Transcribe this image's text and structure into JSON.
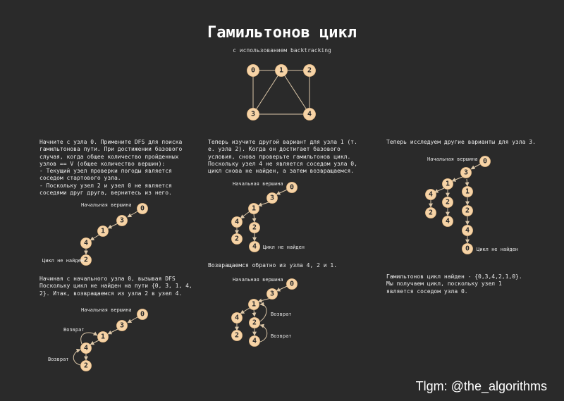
{
  "title": "Гамильтонов цикл",
  "subtitle": "с использованием backtracking",
  "text1": "Начните с узла 0. Примените DFS для поиска\nгамильтонова пути. При достижении базового\nслучая, когда общее количество пройденных\nузлов == V (общее количество вершин):\n- Текущий узел проверки погоды является\nсоседом стартового узла.\n- Поскольку узел 2 и узел 0 не является\nсоседями друг друга, вернитесь из него.",
  "text2": "Начиная с начального узла 0, вызывая DFS\nПоскольку цикл не найден на пути {0, 3, 1, 4,\n2}. Итак, возвращаемся из узла 2 в узел 4.",
  "text3": "Теперь изучите другой вариант для узла 1 (т.\nе. узла 2). Когда он достигает базового\nусловия, снова проверьте гамильтонов цикл.\nПоскольку узел 4 не является соседом узла 0,\nцикл снова не найден, а затем возвращаемся.",
  "text4": "Возвращаемся обратно из узла 4, 2 и 1.",
  "text5": "Теперь исследуем другие варианты для узла 3.",
  "text6": "Гамильтонов цикл найден - {0,3,4,2,1,0}.\nМы получаем цикл, поскольку узел 1\nявляется соседом узла 0.",
  "labels": {
    "start": "Начальная вершина",
    "not_found": "Цикл не найден",
    "back": "Возврат"
  },
  "graph": {
    "nodes": [
      "0",
      "1",
      "2",
      "3",
      "4"
    ],
    "edges": [
      [
        "0",
        "1"
      ],
      [
        "1",
        "2"
      ],
      [
        "1",
        "3"
      ],
      [
        "1",
        "4"
      ],
      [
        "2",
        "4"
      ],
      [
        "3",
        "4"
      ],
      [
        "0",
        "3"
      ]
    ]
  },
  "footer": "Tlgm: @the_algorithms",
  "colors": {
    "background": "#2a2a2a",
    "node": "#f6d3a6",
    "edge": "#dcc7a8",
    "text": "#ececec"
  }
}
